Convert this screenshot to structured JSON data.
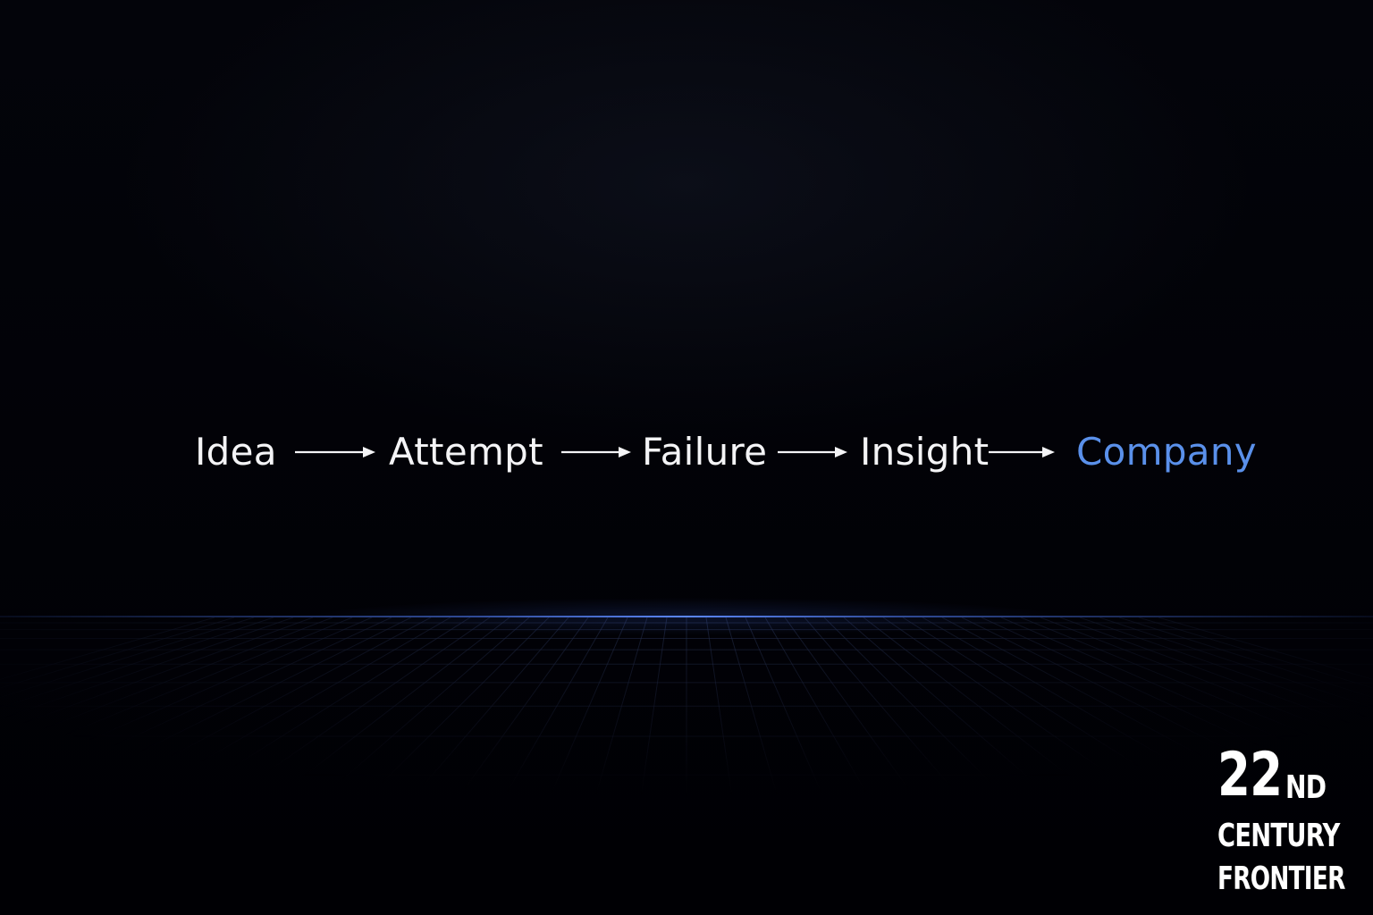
{
  "flow": {
    "steps": [
      {
        "label": "Idea"
      },
      {
        "label": "Attempt"
      },
      {
        "label": "Failure"
      },
      {
        "label": "Insight"
      },
      {
        "label": "Company"
      }
    ],
    "text_color": "#f4f4f6",
    "highlight_color": "#5a90ea"
  },
  "logo": {
    "number": "22",
    "suffix": "ND",
    "line2": "CENTURY",
    "line3": "FRONTIER"
  },
  "colors": {
    "background": "#000005",
    "horizon": "#5f8cff"
  }
}
